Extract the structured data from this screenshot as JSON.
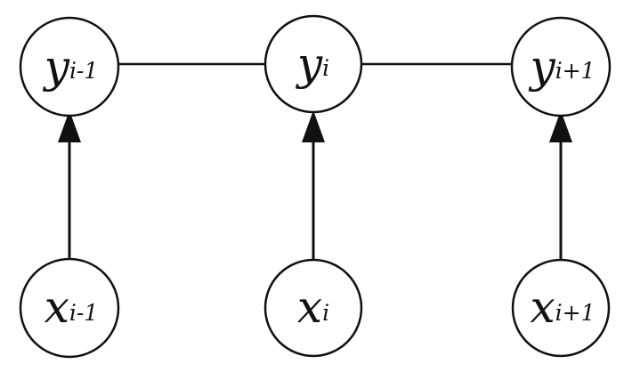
{
  "diagram": {
    "nodes": [
      {
        "id": "y-prev",
        "main": "y",
        "sub": "i-1"
      },
      {
        "id": "y-curr",
        "main": "y",
        "sub": "i"
      },
      {
        "id": "y-next",
        "main": "y",
        "sub": "i+1"
      },
      {
        "id": "x-prev",
        "main": "x",
        "sub": "i-1"
      },
      {
        "id": "x-curr",
        "main": "x",
        "sub": "i"
      },
      {
        "id": "x-next",
        "main": "x",
        "sub": "i+1"
      }
    ],
    "edges": [
      {
        "from": "y-prev",
        "to": "y-curr",
        "type": "undirected"
      },
      {
        "from": "y-curr",
        "to": "y-next",
        "type": "undirected"
      },
      {
        "from": "x-prev",
        "to": "y-prev",
        "type": "directed"
      },
      {
        "from": "x-curr",
        "to": "y-curr",
        "type": "directed"
      },
      {
        "from": "x-next",
        "to": "y-next",
        "type": "directed"
      }
    ],
    "colors": {
      "stroke": "#111111",
      "fill": "#ffffff"
    }
  }
}
